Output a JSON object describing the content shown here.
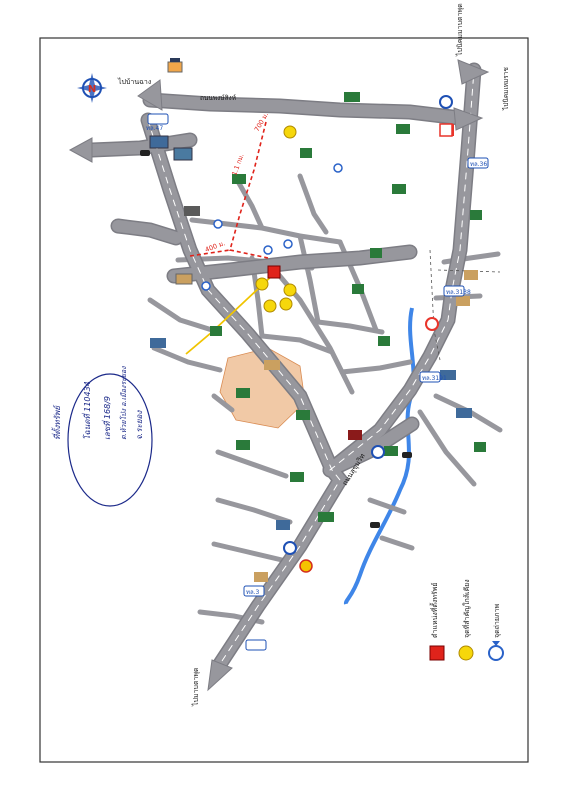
{
  "compass_label": "N",
  "road_labels": {
    "tl": "ไปบ้านฉาง",
    "tl2": "ทล.47",
    "tr": "ไปนิคมมาบตาพุด",
    "bl": "ไปมาบตาพุด",
    "right": "ไปนิคมเหมราช",
    "top_mid": "ถนนพงษ์สิงห์",
    "center": "ถนนสุขุมวิท",
    "rt36": "ทล.36",
    "rt3": "ทล.3",
    "rt3191": "ทล.3191",
    "rt3138": "ทล.3138"
  },
  "distances": [
    "700 ม.",
    "400 ม.",
    "1.1 กม."
  ],
  "handwritten": [
    "ที่ตั้งทรัพย์",
    "โฉนดที่ 110434",
    "เลขที่ 168/9",
    "ต.ห้วยโป่ง อ.เมืองระยอง",
    "จ.ระยอง"
  ],
  "legend": {
    "items": [
      {
        "label": "ตำแหน่งที่ตั้งทรัพย์",
        "color": "#e0231b",
        "shape": "square"
      },
      {
        "label": "จุดที่สำคัญใกล้เคียง",
        "color": "#f6d70b",
        "shape": "circle"
      },
      {
        "label": "จุดถ่ายภาพ",
        "color": "#2a62c8",
        "shape": "pin"
      }
    ]
  },
  "colors": {
    "road": "#97979d",
    "road_edge": "#7d7d84",
    "river": "#3f86e8",
    "property": "#e0231b",
    "landmark": "#f6d70b",
    "pale": "#f1c9a6"
  }
}
